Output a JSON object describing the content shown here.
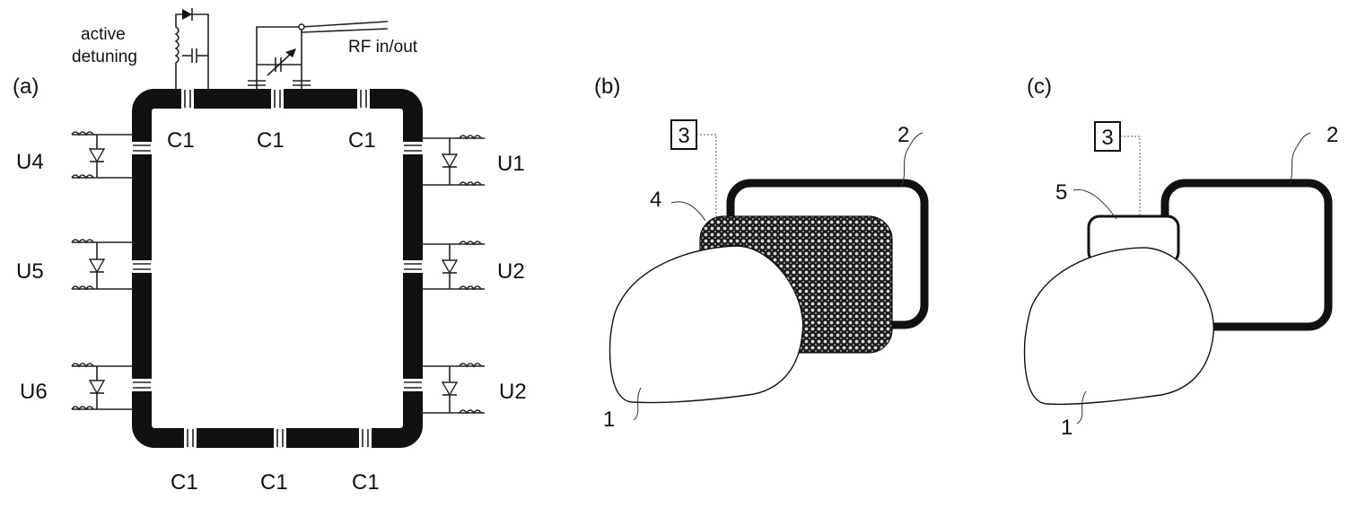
{
  "panels": {
    "a": {
      "label": "(a)",
      "detune_line1": "active",
      "detune_line2": "detuning",
      "rf_label": "RF in/out",
      "cap_top": [
        "C1",
        "C1",
        "C1"
      ],
      "cap_bottom": [
        "C1",
        "C1",
        "C1"
      ],
      "left_units": [
        "U4",
        "U5",
        "U6"
      ],
      "right_units": [
        "U1",
        "U2",
        "U2"
      ]
    },
    "b": {
      "label": "(b)",
      "box_label": "3",
      "callout_1": "1",
      "callout_2": "2",
      "callout_4": "4"
    },
    "c": {
      "label": "(c)",
      "box_label": "3",
      "callout_1": "1",
      "callout_2": "2",
      "callout_5": "5"
    }
  }
}
